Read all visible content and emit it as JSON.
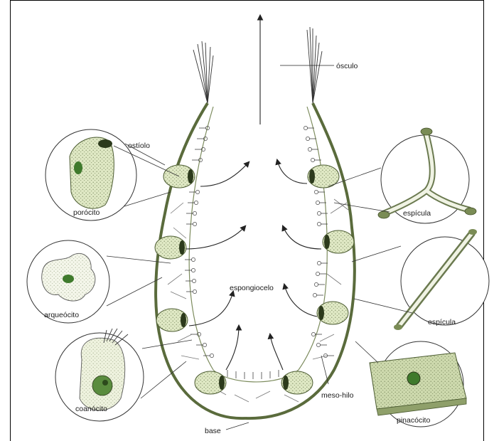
{
  "labels": {
    "osculo": "ósculo",
    "ostiolo": "ostíolo",
    "porocito": "porócito",
    "espicula_1": "espícula",
    "espicula_2": "espícula",
    "arqueocito": "arqueócito",
    "espongiocelo": "espongiocelo",
    "coanocito": "coanócito",
    "meso_hilo": "meso-hilo",
    "pinacocito": "pinacócito",
    "base": "base"
  },
  "colors": {
    "cell_fill": "#dfe8c4",
    "cell_stroke": "#4a5a30",
    "nucleus": "#3f7a2c",
    "wall": "#5a6b3c",
    "ink": "#222222"
  }
}
